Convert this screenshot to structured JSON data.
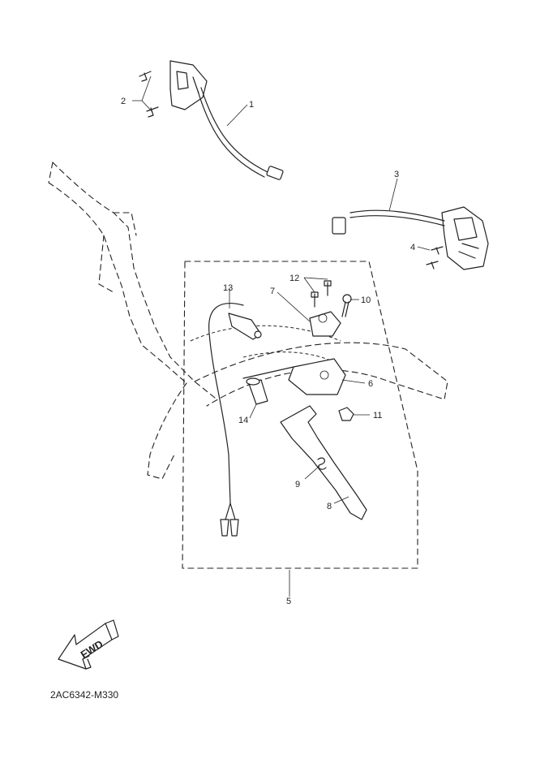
{
  "diagram_code": "2AC6342-M330",
  "fwd_label": "FWD",
  "callouts": {
    "c1": "1",
    "c2": "2",
    "c3": "3",
    "c4": "4",
    "c5": "5",
    "c6": "6",
    "c7": "7",
    "c8": "8",
    "c9": "9",
    "c10": "10",
    "c11": "11",
    "c12": "12",
    "c13": "13",
    "c14": "14"
  }
}
